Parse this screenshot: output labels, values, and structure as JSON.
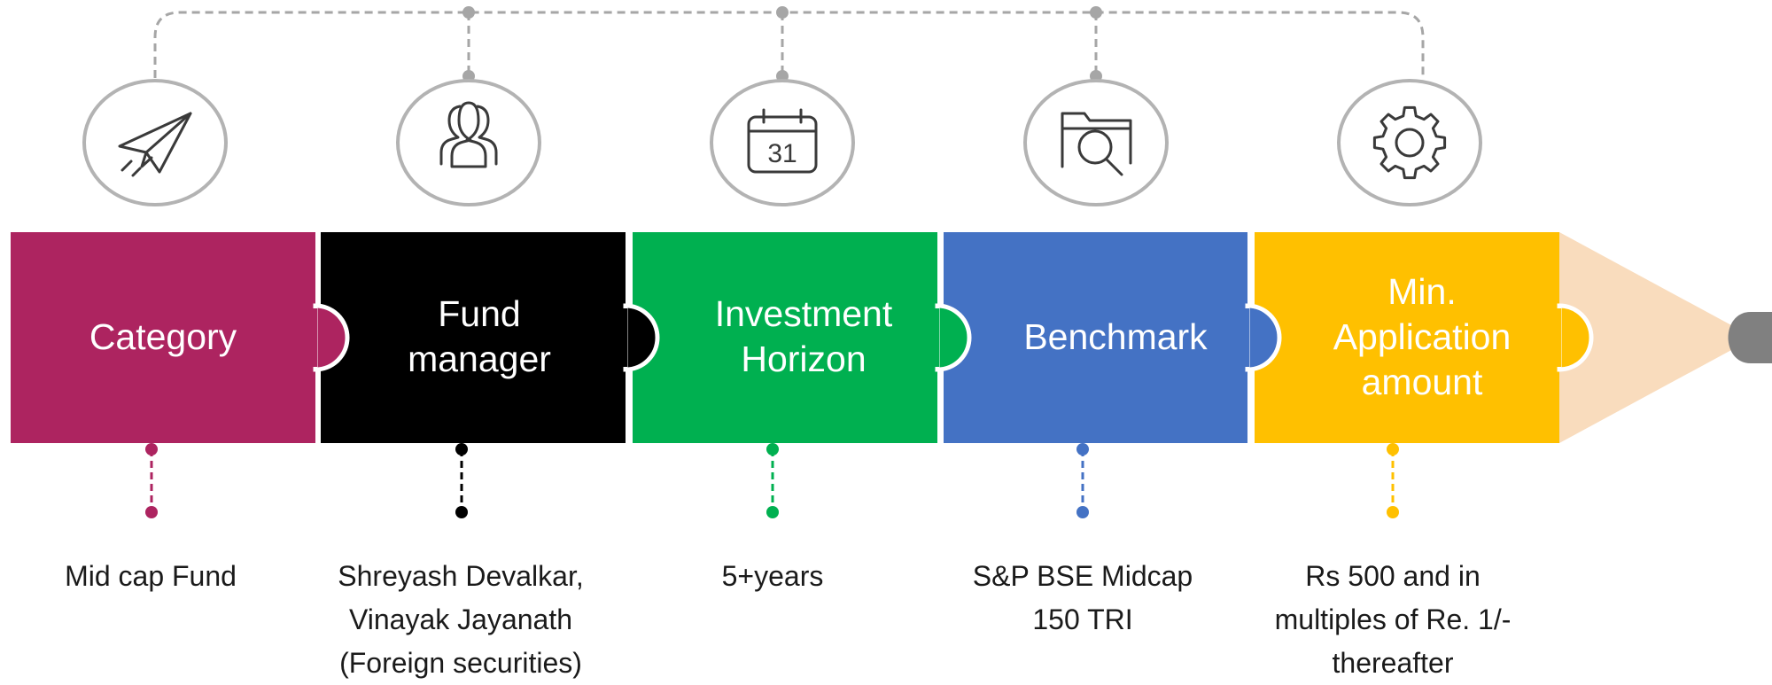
{
  "colors": {
    "connector": "#a6a6a6",
    "icon_circle_stroke": "#b3b3b3",
    "icon_stroke": "#3a3a3a",
    "pencil_tip_wood": "#f9dcbd",
    "pencil_lead": "#808080"
  },
  "steps": [
    {
      "color": "#ad2460",
      "icon": "paper-plane-icon",
      "label_lines": [
        "Category"
      ],
      "detail_lines": [
        "Mid cap Fund"
      ]
    },
    {
      "color": "#000000",
      "icon": "people-group-icon",
      "label_lines": [
        "Fund",
        "manager"
      ],
      "detail_lines": [
        "Shreyash Devalkar,",
        "Vinayak Jayanath",
        "(Foreign securities)"
      ]
    },
    {
      "color": "#00b050",
      "icon": "calendar-icon",
      "calendar_day": "31",
      "label_lines": [
        "Investment",
        "Horizon"
      ],
      "detail_lines": [
        "5+years"
      ]
    },
    {
      "color": "#4472c4",
      "icon": "folder-search-icon",
      "label_lines": [
        "Benchmark"
      ],
      "detail_lines": [
        "S&P BSE Midcap",
        "150 TRI"
      ]
    },
    {
      "color": "#ffc000",
      "icon": "gear-icon",
      "label_lines": [
        "Min.",
        "Application",
        "amount"
      ],
      "detail_lines": [
        "Rs 500 and in",
        "multiples of Re. 1/-",
        "thereafter"
      ]
    }
  ]
}
